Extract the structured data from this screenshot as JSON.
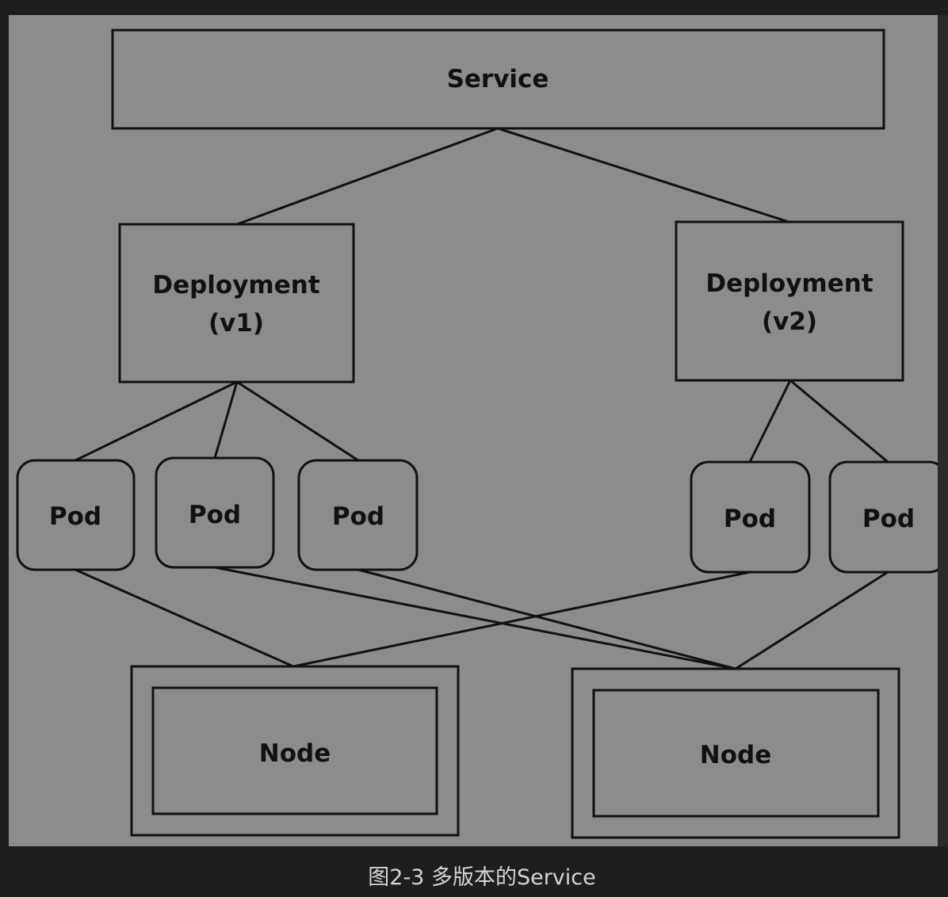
{
  "diagram": {
    "service": {
      "label": "Service"
    },
    "deployments": [
      {
        "label_line1": "Deployment",
        "label_line2": "(v1)"
      },
      {
        "label_line1": "Deployment",
        "label_line2": "(v2)"
      }
    ],
    "pods": [
      {
        "label": "Pod"
      },
      {
        "label": "Pod"
      },
      {
        "label": "Pod"
      },
      {
        "label": "Pod"
      },
      {
        "label": "Pod"
      }
    ],
    "nodes": [
      {
        "label": "Node"
      },
      {
        "label": "Node"
      }
    ]
  },
  "caption": "图2-3 多版本的Service",
  "colors": {
    "canvas": "#8c8c8c",
    "stroke": "#111111",
    "page_background": "#1e1e1e",
    "caption_text": "#d4d4d4"
  }
}
